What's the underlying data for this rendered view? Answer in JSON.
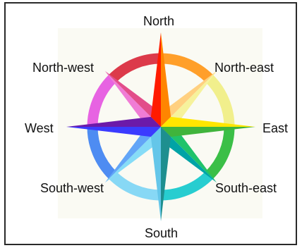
{
  "labels": {
    "north": "North",
    "north_east": "North-east",
    "east": "East",
    "south_east": "South-east",
    "south": "South",
    "south_west": "South-west",
    "west": "West",
    "north_west": "North-west"
  },
  "ring_colors": {
    "north_to_northeast": "#ff9f2a",
    "northeast_to_east": "#f1ef8c",
    "east_to_southeast": "#3bbf47",
    "southeast_to_south": "#27cdd0",
    "south_to_southwest": "#87d8f5",
    "southwest_to_west": "#4e8cf2",
    "west_to_northwest": "#e763e2",
    "northwest_to_north": "#dc3a4a"
  },
  "point_colors": {
    "north": [
      "#ff1b00",
      "#ff8500"
    ],
    "east": [
      "#ffe600",
      "#40b43c"
    ],
    "south": [
      "#1e8f8f",
      "#64c6e9"
    ],
    "west": [
      "#3b3bff",
      "#6c1aa9"
    ],
    "north_east": [
      "#ffd080",
      "#f6f29c"
    ],
    "south_east": [
      "#20c36a",
      "#00a3a6"
    ],
    "south_west": [
      "#86dcf7",
      "#62a5f7"
    ],
    "north_west": [
      "#f07cd5",
      "#e24d8a"
    ]
  }
}
